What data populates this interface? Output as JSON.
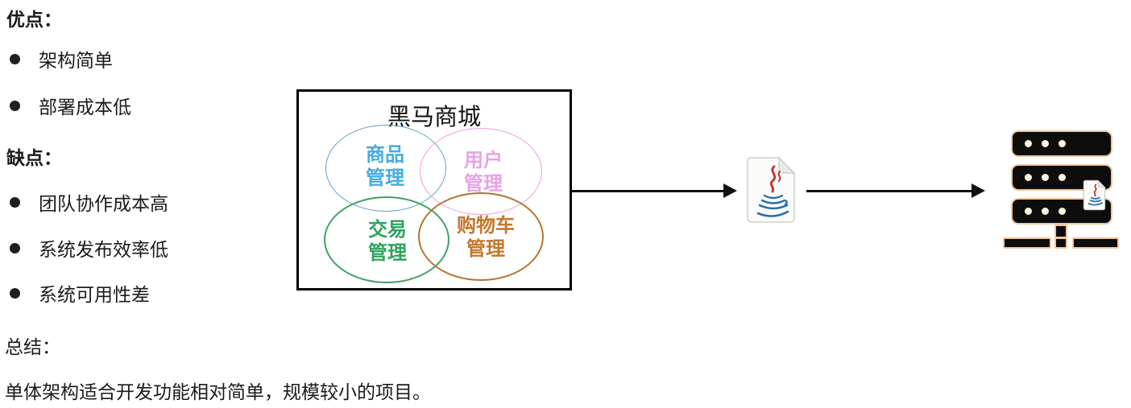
{
  "left_panel": {
    "pros_heading": "优点：",
    "pros": [
      "架构简单",
      "部署成本低"
    ],
    "cons_heading": "缺点：",
    "cons": [
      "团队协作成本高",
      "系统发布效率低",
      "系统可用性差"
    ],
    "summary_heading": "总结：",
    "summary_text": "单体架构适合开发功能相对简单，规模较小的项目。"
  },
  "mall_box": {
    "title": "黑马商城",
    "modules": [
      {
        "id": "product",
        "line1": "商品",
        "line2": "管理",
        "text_color": "#45ace3",
        "ring_color": "#5e9ec6"
      },
      {
        "id": "user",
        "line1": "用户",
        "line2": "管理",
        "text_color": "#e7a2e5",
        "ring_color": "#eb9ddd"
      },
      {
        "id": "trade",
        "line1": "交易",
        "line2": "管理",
        "text_color": "#2ea35f",
        "ring_color": "#41a066"
      },
      {
        "id": "cart",
        "line1": "购物车",
        "line2": "管理",
        "text_color": "#c4772b",
        "ring_color": "#b4742e"
      }
    ]
  },
  "flow": {
    "icons": [
      "java-file-icon",
      "server-rack-icon",
      "java-file-badge-icon"
    ],
    "arrow_color": "#111111"
  },
  "colors": {
    "text": "#1b1b1b",
    "box_border": "#000000",
    "server_fill": "#0d0d0d",
    "server_outline": "#f2c69c",
    "java_red": "#c03a32",
    "java_blue": "#2b6fac",
    "page_fill": "#fbfbfa"
  }
}
